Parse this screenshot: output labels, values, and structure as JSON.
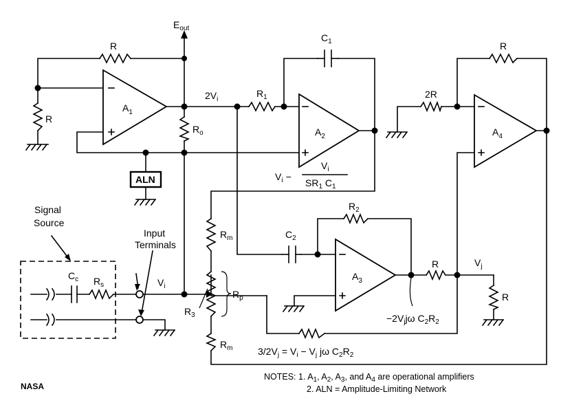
{
  "labels": {
    "eout": {
      "main": "E",
      "sub": "out"
    },
    "r_feedback_a1": "R",
    "r_ground_left": "R",
    "two_vi": {
      "main": "2V",
      "sub": "i"
    },
    "r0": {
      "main": "R",
      "sub": "o"
    },
    "r1": {
      "main": "R",
      "sub": "1"
    },
    "c1": {
      "main": "C",
      "sub": "1"
    },
    "two_r": "2R",
    "r_feedback_a4": "R",
    "aln": "ALN",
    "signal_source": [
      "Signal",
      "Source"
    ],
    "input_terminals": [
      "Input",
      "Terminals"
    ],
    "cc": {
      "main": "C",
      "sub": "c"
    },
    "rs": {
      "main": "R",
      "sub": "s"
    },
    "vi_input": {
      "main": "V",
      "sub": "i"
    },
    "rm_top": {
      "main": "R",
      "sub": "m"
    },
    "rp": {
      "main": "R",
      "sub": "p"
    },
    "r3": {
      "main": "R",
      "sub": "3"
    },
    "rm_bottom": {
      "main": "R",
      "sub": "m"
    },
    "c2": {
      "main": "C",
      "sub": "2"
    },
    "r2": {
      "main": "R",
      "sub": "2"
    },
    "r_a3_out": "R",
    "vj": {
      "main": "V",
      "sub": "j"
    },
    "r_ground_right": "R"
  },
  "amplifiers": [
    {
      "name": "A1",
      "main": "A",
      "sub": "1"
    },
    {
      "name": "A2",
      "main": "A",
      "sub": "2"
    },
    {
      "name": "A3",
      "main": "A",
      "sub": "3"
    },
    {
      "name": "A4",
      "main": "A",
      "sub": "4"
    }
  ],
  "equations": {
    "a2_out": {
      "lhs": "V",
      "lhs_sub": "i",
      "minus": "−",
      "num": "V",
      "num_sub": "i",
      "den": "SR",
      "den_sub1": "1",
      "den_c": " C",
      "den_sub2": "1"
    },
    "a3_out": "−2V",
    "a3_out_parts": {
      "a": "−2V",
      "a_sub": "j",
      "b": "jω C",
      "b_sub": "2",
      "c": "R",
      "c_sub": "2"
    },
    "vj_eq": {
      "a": "3/2V",
      "a_sub": "j",
      "b": " = V",
      "b_sub": "i",
      "c": " − V",
      "c_sub": "j",
      "d": " jω C",
      "d_sub": "2",
      "e": "R",
      "e_sub": "2"
    }
  },
  "notes": {
    "line1": {
      "prefix": "NOTES: 1. A",
      "s1": "1",
      "p2": ", A",
      "s2": "2",
      "p3": ", A",
      "s3": "3",
      "p4": ", and A",
      "s4": "4",
      "tail": " are operational amplifiers"
    },
    "line2": "2. ALN  =  Amplitude-Limiting Network"
  },
  "credit": "NASA"
}
